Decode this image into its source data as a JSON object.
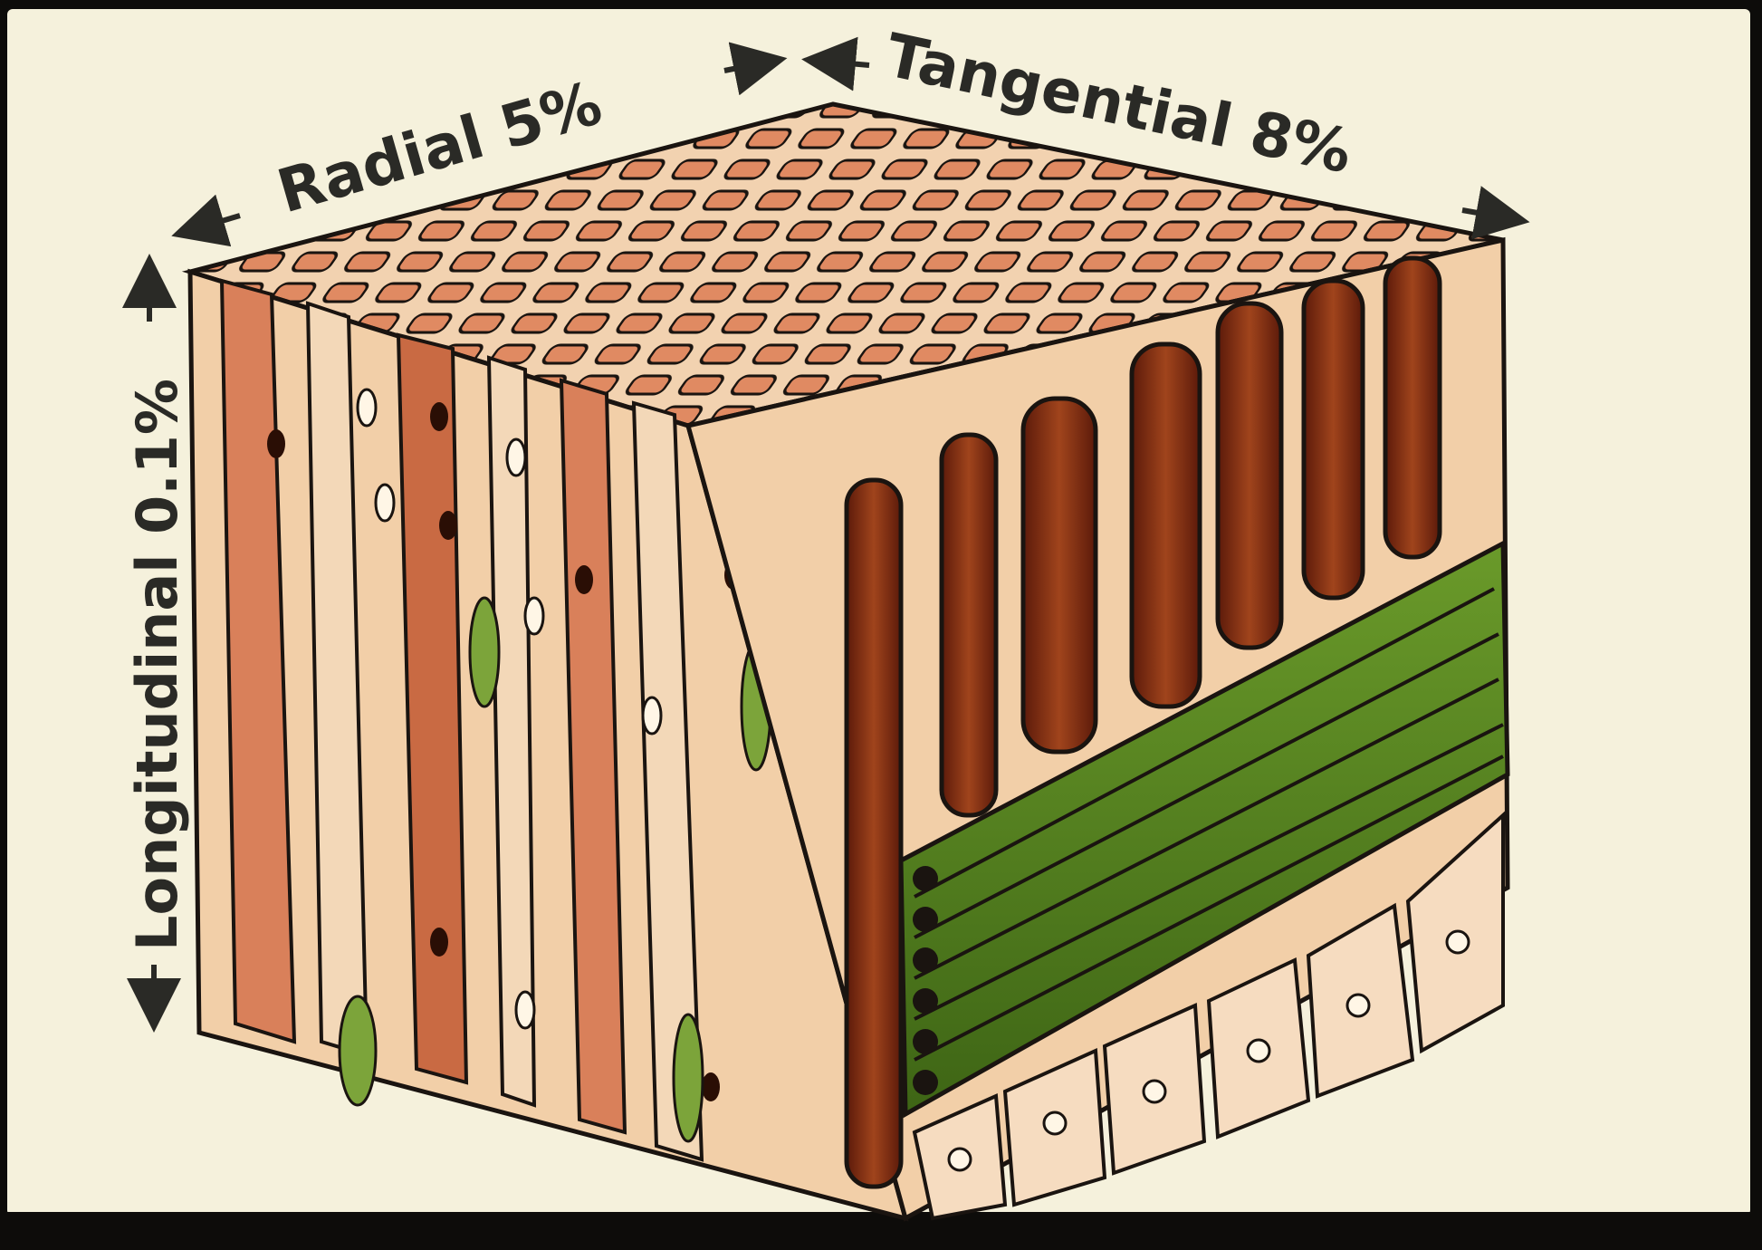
{
  "labels": {
    "radial": "Radial 5%",
    "tangential": "Tangential 8%",
    "longitudinal": "Longitudinal 0.1%"
  },
  "colors": {
    "background": "#f5f1dc",
    "cell_wall": "#f2d2b0",
    "lumen_light": "#d9805a",
    "lumen_dark": "#7a2410",
    "latewood_green": "#4f7a1e",
    "outline": "#1a1410"
  },
  "icons": {
    "arrow": "arrow-icon"
  }
}
